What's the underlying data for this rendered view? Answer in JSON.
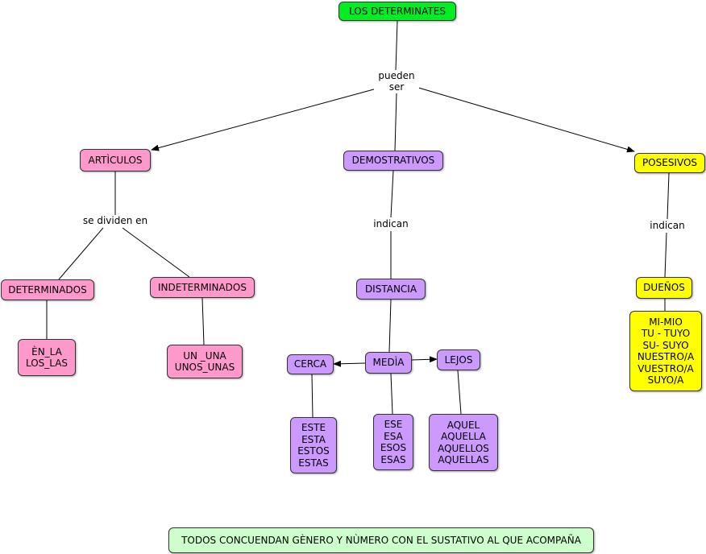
{
  "colors": {
    "green": "#00ee22",
    "pink": "#ff99cc",
    "purple": "#cc99ff",
    "yellow": "#ffff00",
    "light_green": "#ccffcc"
  },
  "nodes": {
    "root": "LOS DETERMINATES",
    "articulos": "ARTÌCULOS",
    "demostrativos": "DEMOSTRATIVOS",
    "posesivos": "POSESIVOS",
    "determinados": "DETERMINADOS",
    "indeterminados": "INDETERMINADOS",
    "distancia": "DISTANCIA",
    "duenos": "DUEÑOS",
    "en_la": "ÈN_LA\nLOS_LAS",
    "un_una": "UN _UNA\nUNOS_UNAS",
    "cerca": "CERCA",
    "media": "MEDÌA",
    "lejos": "LEJOS",
    "posesivos_list": "MI-MIO\nTU - TUYO\nSU- SUYO\nNUESTRO/A\nVUESTRO/A\nSUYO/A",
    "este_list": "ESTE\nESTA\nESTOS\nESTAS",
    "ese_list": "ESE\nESA\nESOS\nESAS",
    "aquel_list": "AQUEL\nAQUELLA\nAQUELLOS\n AQUELLAS",
    "footer": "TODOS CONCUENDAN GÈNERO Y NÙMERO CON EL SUSTATIVO AL QUE ACOMPAÑA"
  },
  "links": {
    "pueden_ser": "pueden\nser",
    "se_dividen_en": "se dividen en",
    "indican_1": "indican",
    "indican_2": "indican"
  }
}
